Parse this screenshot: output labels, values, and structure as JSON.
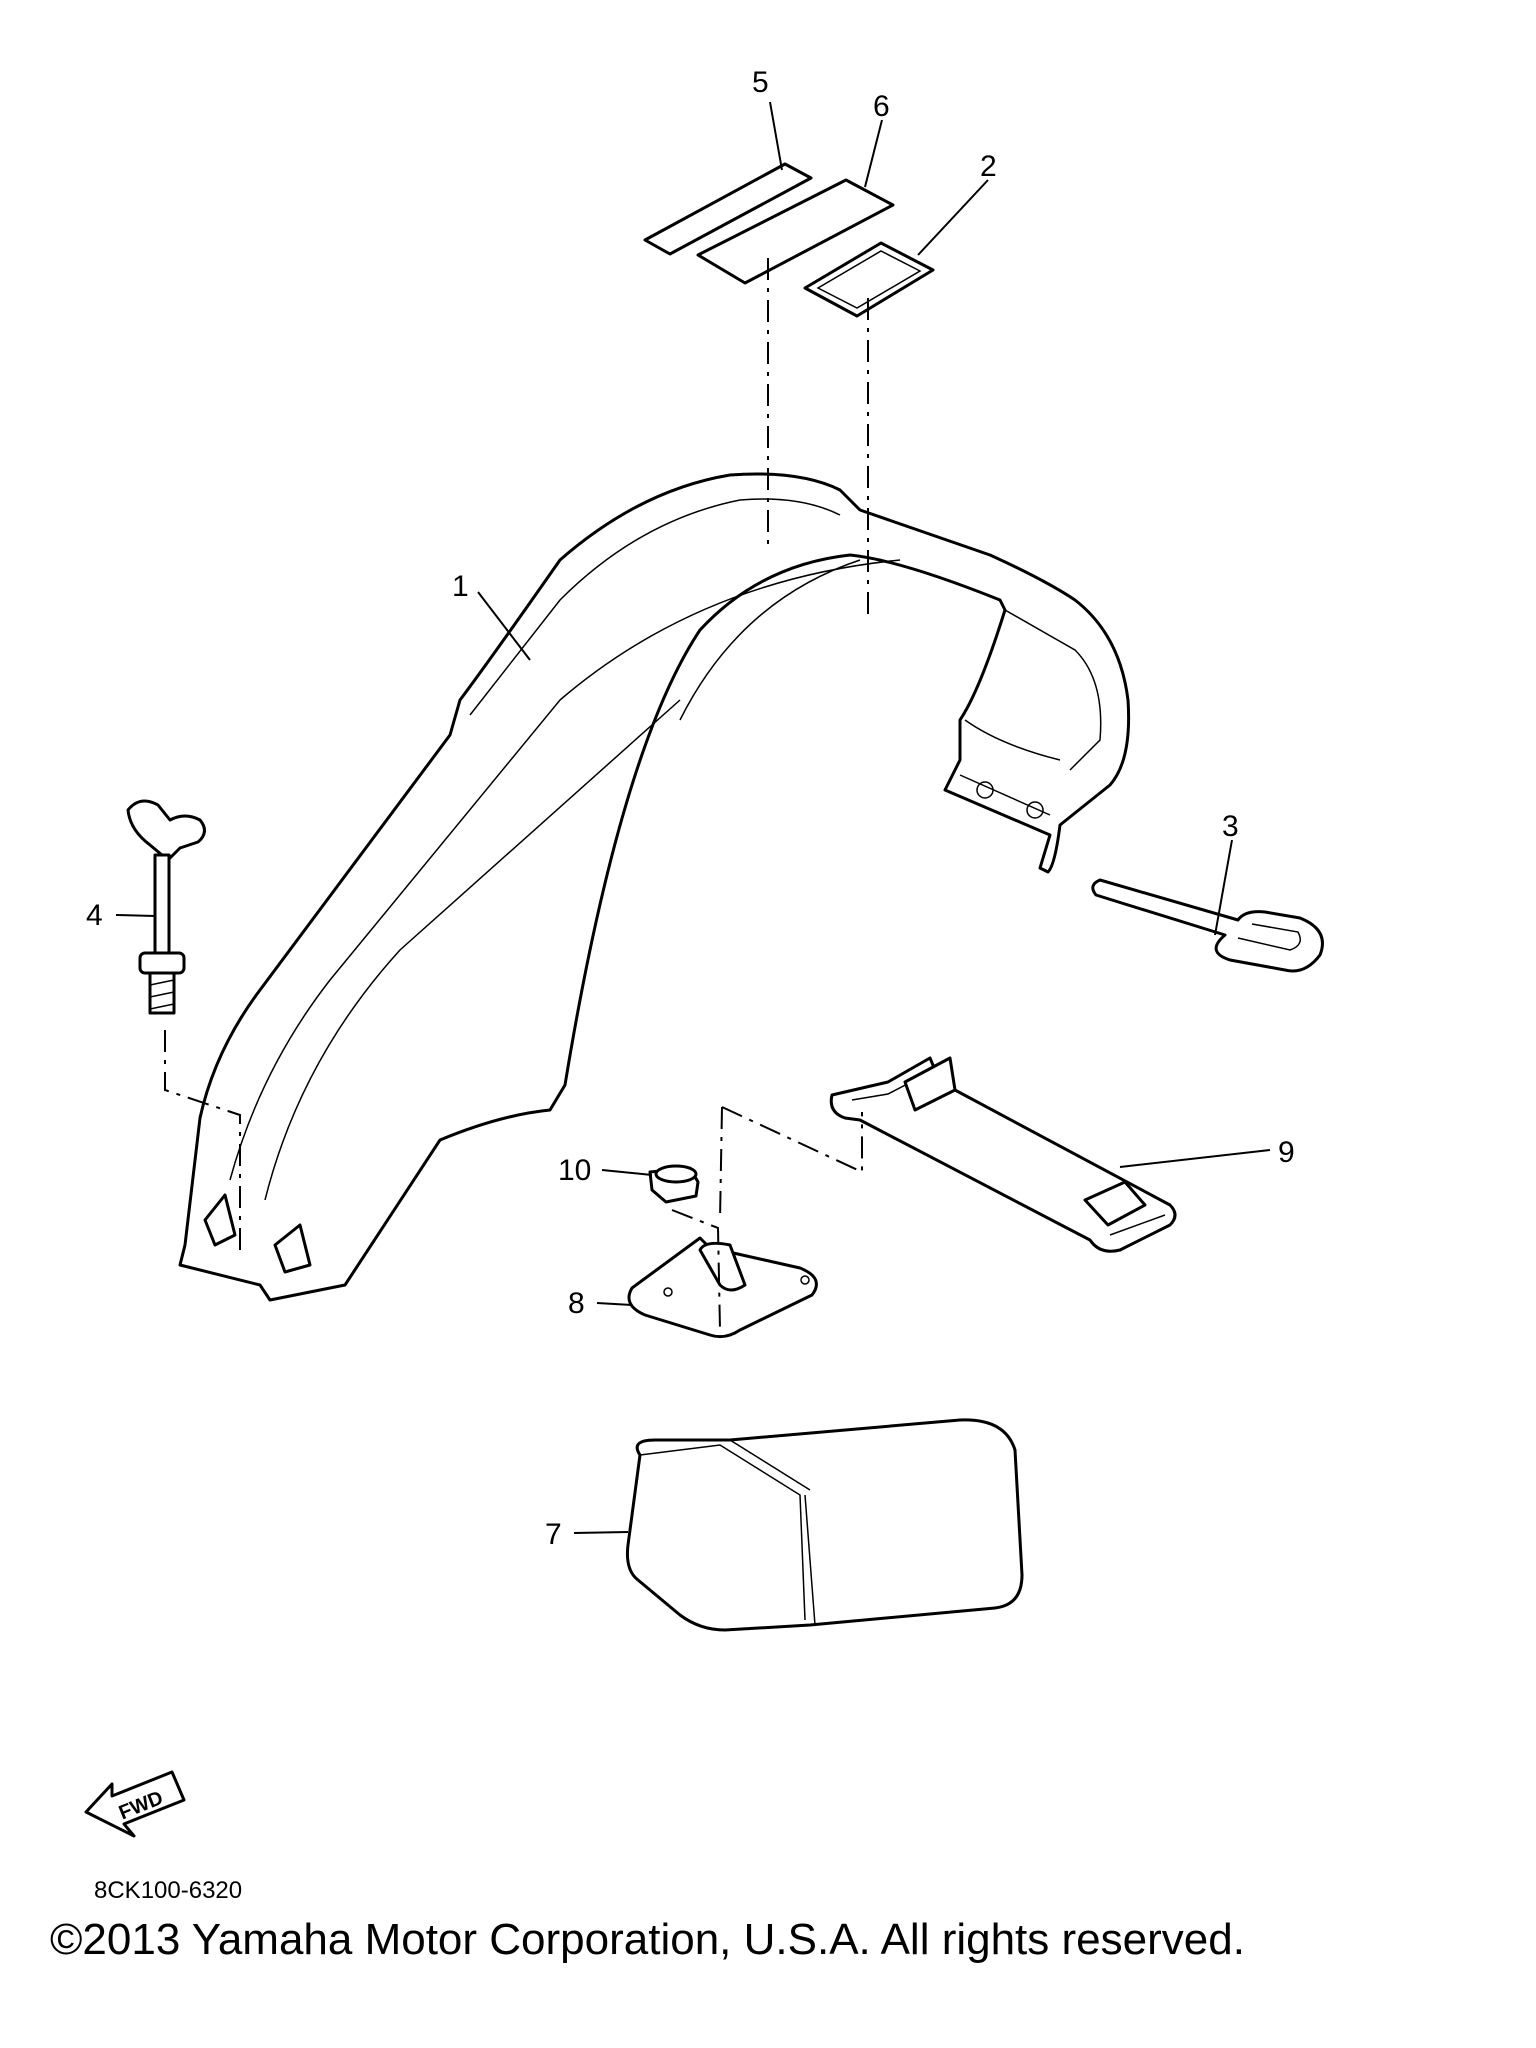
{
  "callouts": {
    "c1": "1",
    "c2": "2",
    "c3": "3",
    "c4": "4",
    "c5": "5",
    "c6": "6",
    "c7": "7",
    "c8": "8",
    "c9": "9",
    "c10": "10"
  },
  "fwd_label": "FWD",
  "diagram_code": "8CK100-6320",
  "copyright": "©2013 Yamaha Motor Corporation, U.S.A. All rights reserved."
}
